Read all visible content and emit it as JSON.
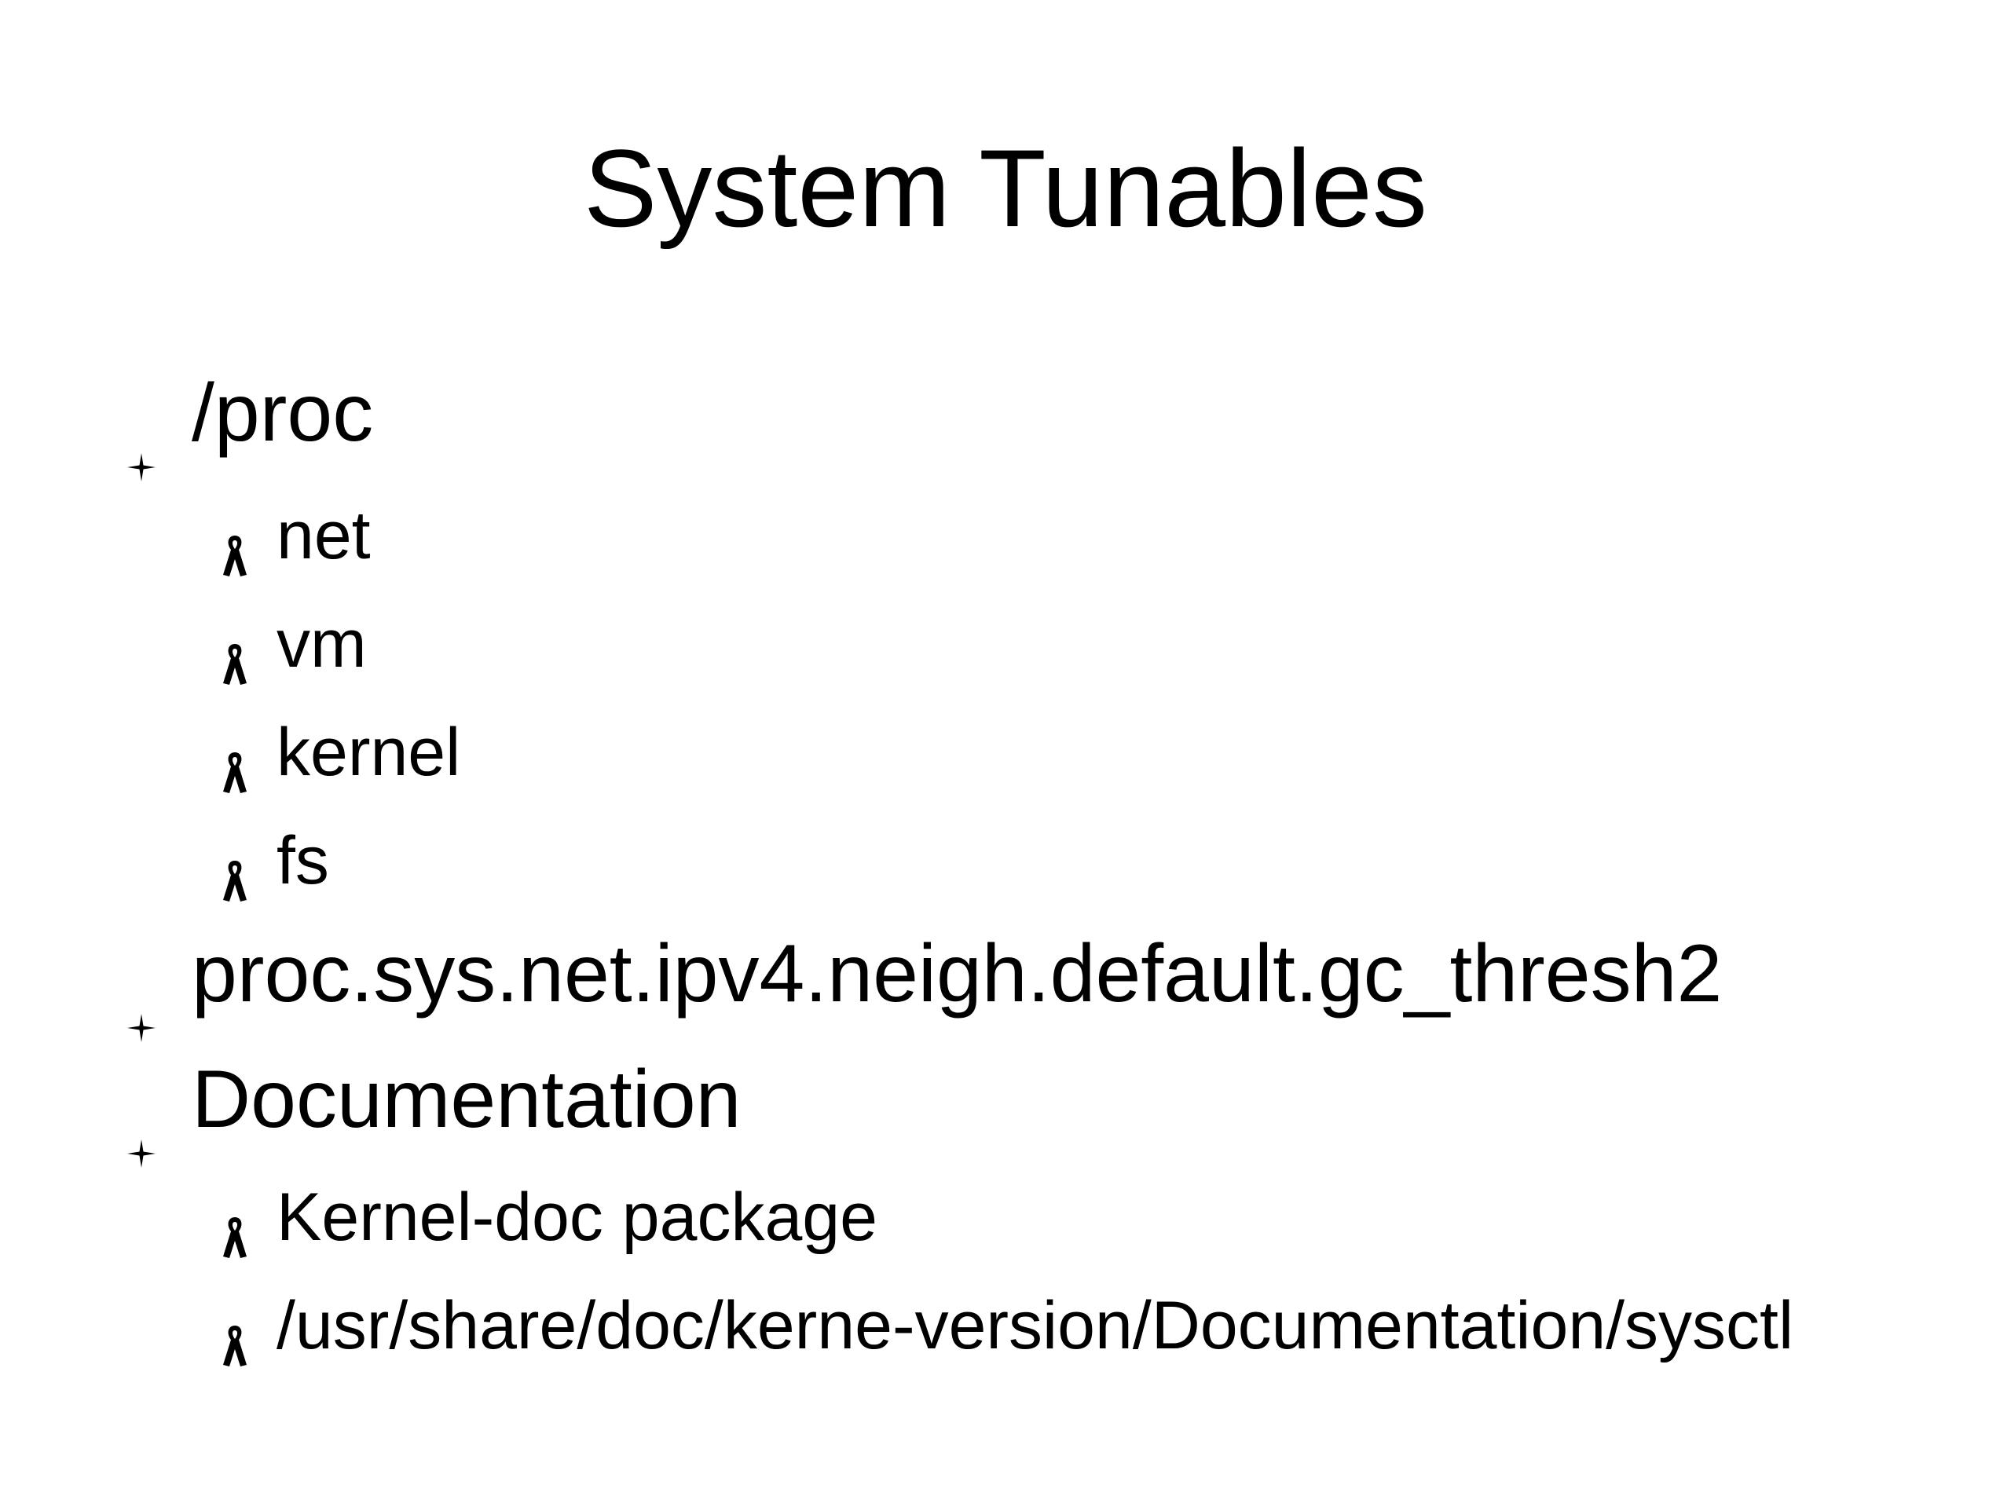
{
  "slide": {
    "title": "System Tunables",
    "bullets": [
      {
        "label": "/proc",
        "children": [
          "net",
          "vm",
          "kernel",
          "fs"
        ]
      },
      {
        "label": "proc.sys.net.ipv4.neigh.default.gc_thresh2",
        "children": []
      },
      {
        "label": "Documentation",
        "children": [
          "Kernel-doc package",
          "/usr/share/doc/kerne-version/Documentation/sysctl"
        ]
      }
    ],
    "icons": {
      "level1": "four-point-star-icon",
      "level2": "ribbon-icon"
    }
  }
}
